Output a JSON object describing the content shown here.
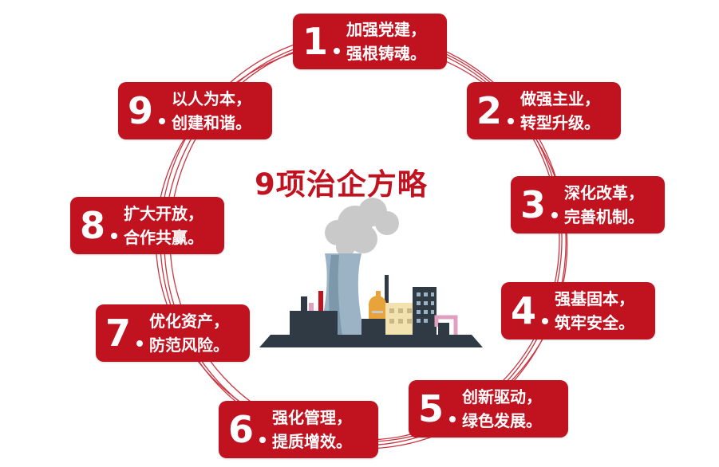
{
  "title": "9项治企方略",
  "items": [
    {
      "num": "1.",
      "line1": "加强党建，",
      "line2": "强根铸魂。"
    },
    {
      "num": "2.",
      "line1": "做强主业，",
      "line2": "转型升级。"
    },
    {
      "num": "3.",
      "line1": "深化改革，",
      "line2": "完善机制。"
    },
    {
      "num": "4.",
      "line1": "强基固本，",
      "line2": "筑牢安全。"
    },
    {
      "num": "5.",
      "line1": "创新驱动，",
      "line2": "绿色发展。"
    },
    {
      "num": "6.",
      "line1": "强化管理，",
      "line2": "提质增效。"
    },
    {
      "num": "7.",
      "line1": "优化资产，",
      "line2": "防范风险。"
    },
    {
      "num": "8.",
      "line1": "扩大开放，",
      "line2": "合作共赢。"
    },
    {
      "num": "9.",
      "line1": "以人为本，",
      "line2": "创建和谐。"
    }
  ],
  "colors": {
    "accent": "#c1121f",
    "dark": "#2f3a45",
    "smoke": "#c9c9c9",
    "tower": "#9bb3c5"
  }
}
